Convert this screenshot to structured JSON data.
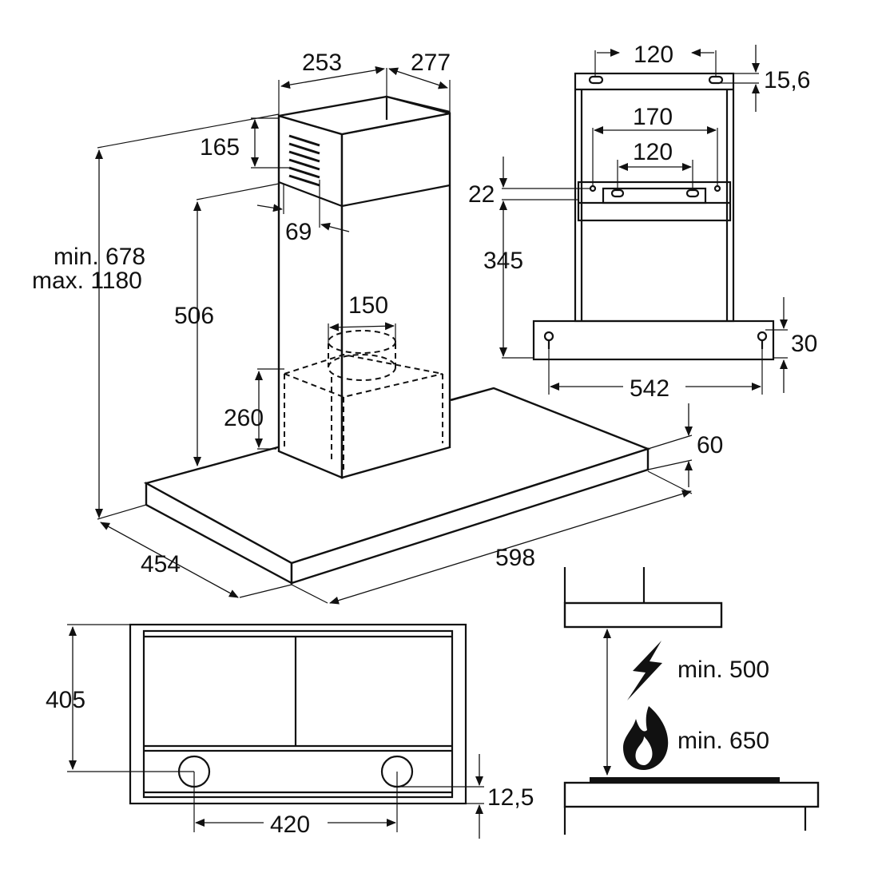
{
  "dimensions": {
    "chimney_width": "253",
    "chimney_depth": "277",
    "vent_height": "165",
    "min_max_height_min": "min. 678",
    "min_max_height_max": "max. 1180",
    "chimney_height": "506",
    "chimney_offset": "69",
    "duct_diameter": "150",
    "motor_height": "260",
    "canopy_thickness": "60",
    "depth": "454",
    "width": "598",
    "bracket_hole_spacing": "120",
    "bracket_offset": "15,6",
    "mount_width_outer": "170",
    "mount_width_inner": "120",
    "mount_offset": "22",
    "mount_height": "345",
    "hole_offset": "30",
    "hole_spacing": "542",
    "bottom_depth": "405",
    "filter_hole_spacing": "420",
    "filter_edge": "12,5",
    "electric_clearance": "min. 500",
    "gas_clearance": "min. 650"
  },
  "icons": {
    "electric": "lightning-bolt-icon",
    "gas": "flame-icon"
  }
}
